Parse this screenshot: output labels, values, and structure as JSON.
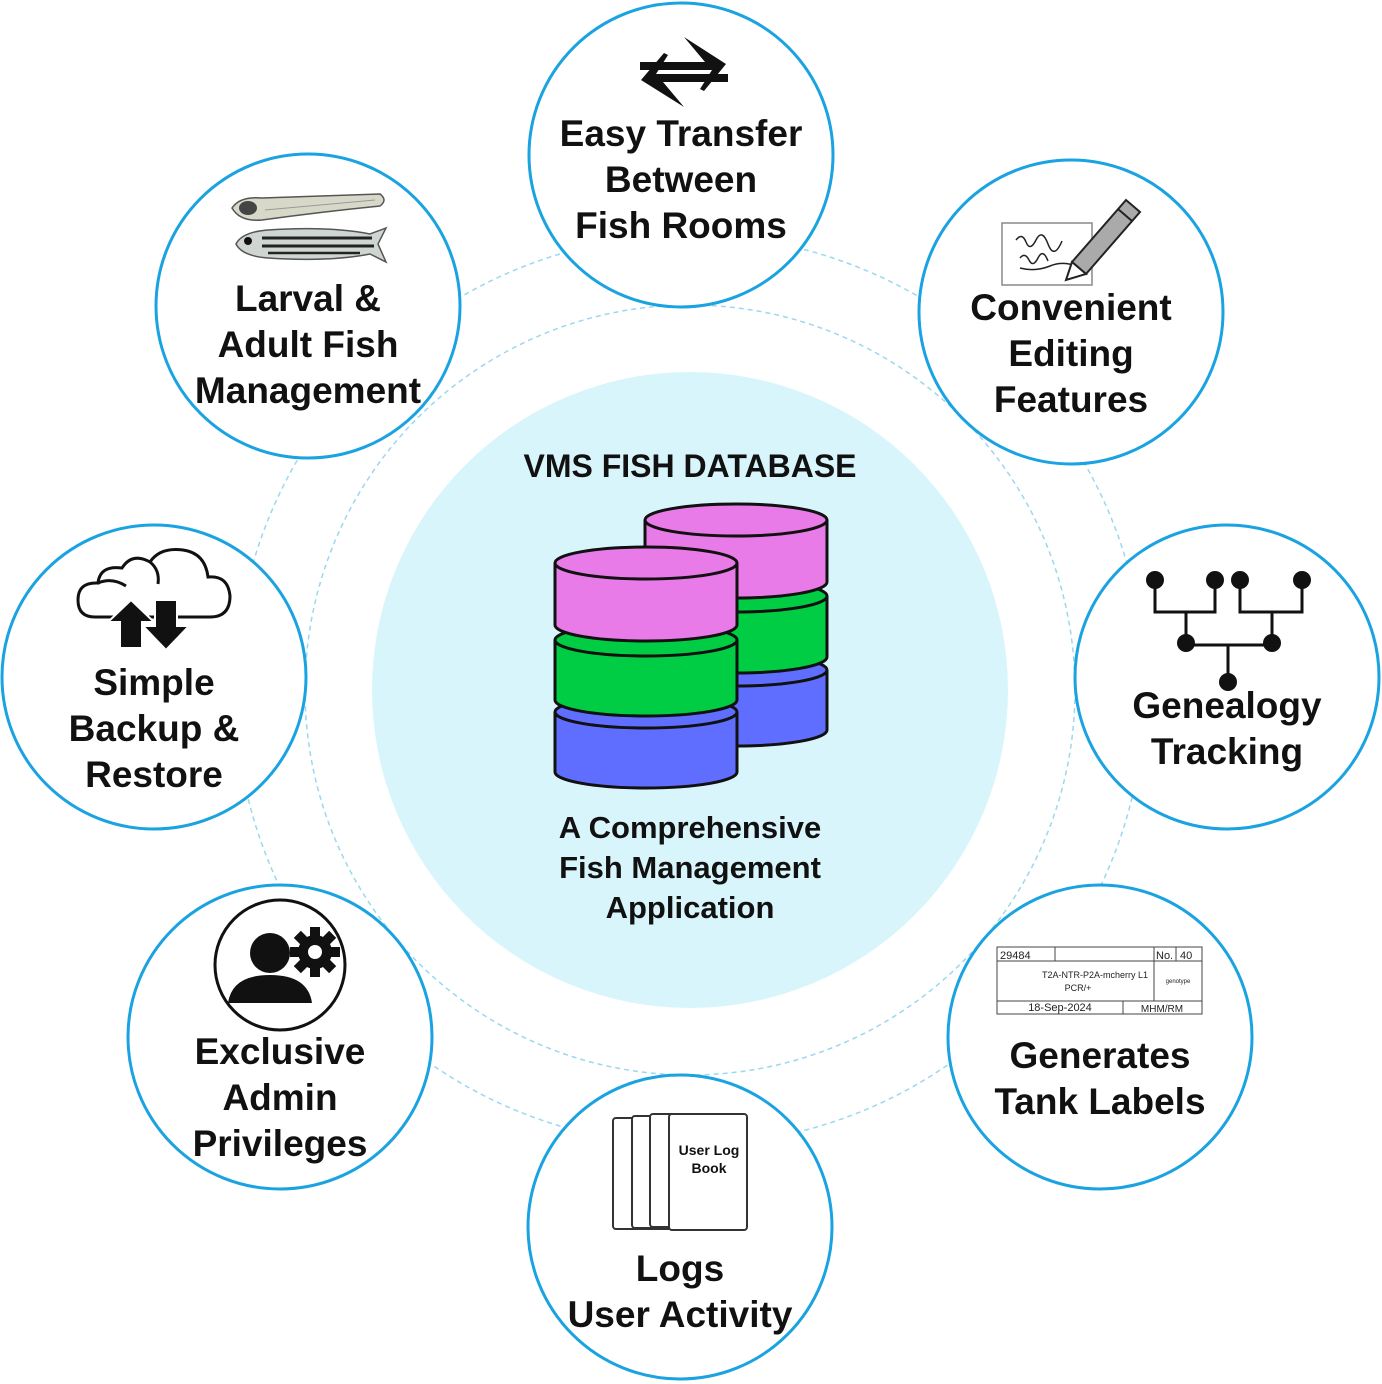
{
  "center": {
    "title": "VMS FISH DATABASE",
    "subtitle": "A Comprehensive\nFish Management\nApplication"
  },
  "features": {
    "transfer": {
      "label": "Easy Transfer\nBetween\nFish Rooms",
      "icon": "transfer-arrows-icon"
    },
    "editing": {
      "label": "Convenient\nEditing\nFeatures",
      "icon": "pen-signature-icon"
    },
    "genealogy": {
      "label": "Genealogy\nTracking",
      "icon": "family-tree-icon"
    },
    "labels": {
      "label": "Generates\nTank Labels",
      "icon": "tank-label-icon"
    },
    "logs": {
      "label": "Logs\nUser Activity",
      "icon": "log-book-icon"
    },
    "admin": {
      "label": "Exclusive\nAdmin\nPrivileges",
      "icon": "admin-gear-icon"
    },
    "backup": {
      "label": "Simple\nBackup &\nRestore",
      "icon": "cloud-sync-icon"
    },
    "larval": {
      "label": "Larval &\nAdult Fish\nManagement",
      "icon": "zebrafish-icon"
    }
  },
  "tank_label": {
    "id": "29484",
    "no_label": "No.",
    "no_value": "40",
    "line": "T2A-NTR-P2A-mcherry L1",
    "genotype_value": "PCR/+",
    "genotype_label": "genotype",
    "date": "18-Sep-2024",
    "initials": "MHM/RM"
  },
  "log_book": {
    "text_line1": "User Log",
    "text_line2": "Book"
  },
  "colors": {
    "ring": "#1aa3e0",
    "center_fill": "#d9f5fc",
    "db_pink": "#e87be8",
    "db_green": "#00cc44",
    "db_blue": "#5f6eff"
  }
}
